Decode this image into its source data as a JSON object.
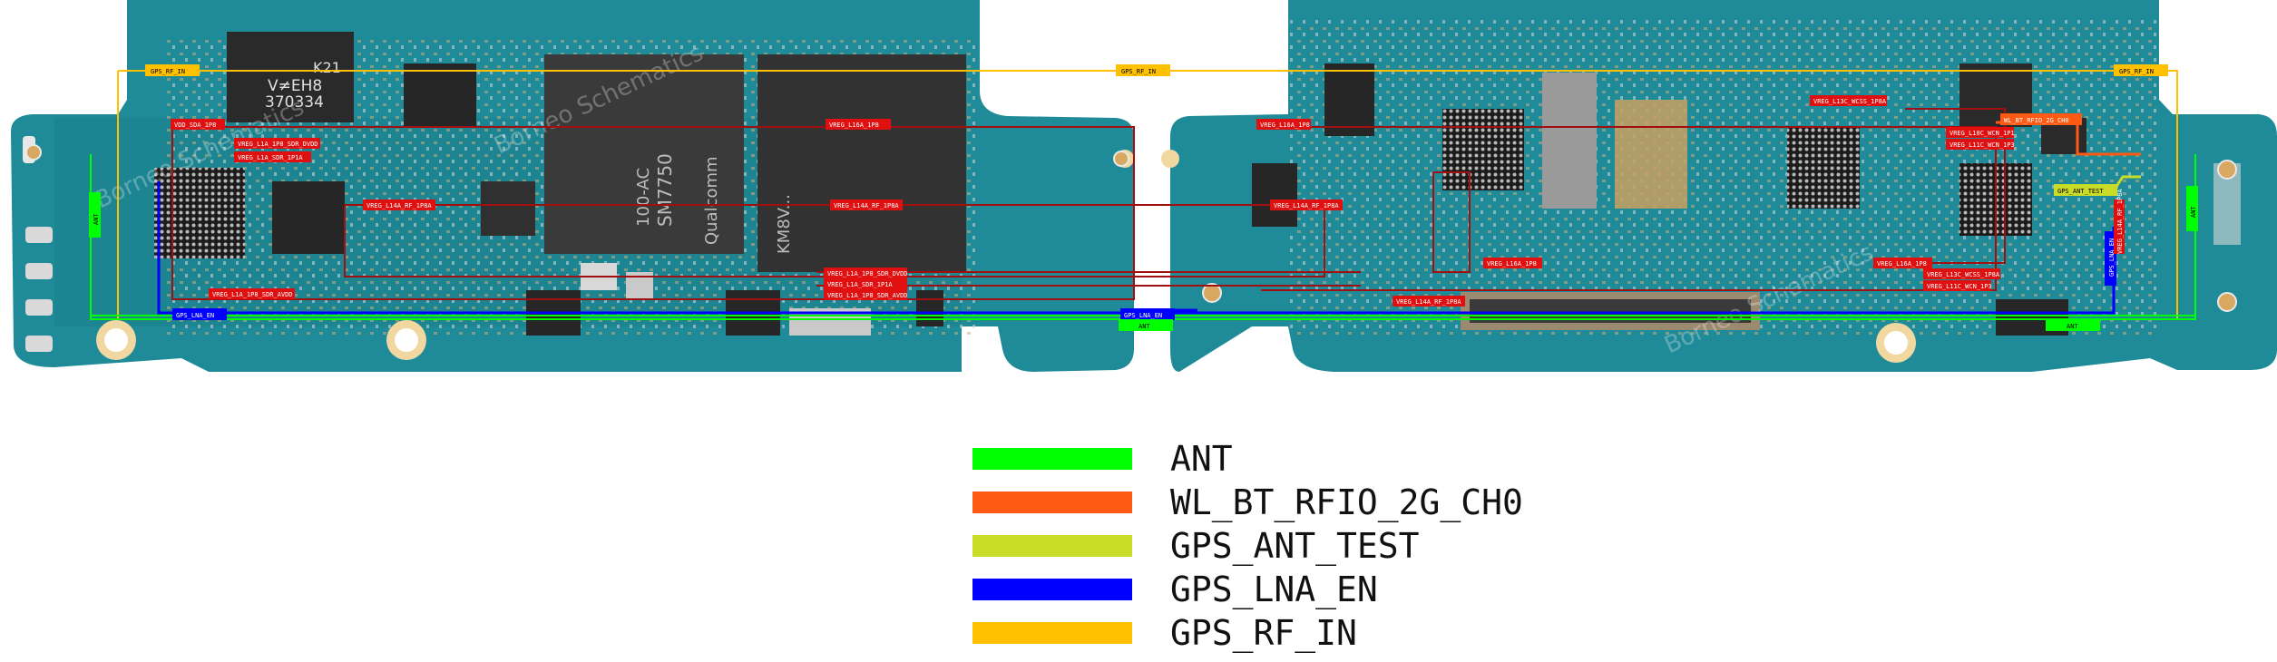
{
  "board_labels": {
    "ic_k21": "K21",
    "ic_veh8": "V≠EH8",
    "ic_code": "370334",
    "soc_model": "SM7750",
    "soc_line2": "100-AC",
    "soc_brand": "Qualcomm",
    "ram_mark": "KM8V...",
    "watermark": "Borneo Schematics"
  },
  "net_tags": [
    {
      "text": "GPS_RF_IN",
      "color": "#ffc000"
    },
    {
      "text": "GPS_RF_IN",
      "color": "#ffc000"
    },
    {
      "text": "GPS_RF_IN",
      "color": "#ffc000"
    },
    {
      "text": "GPS_LNA_EN",
      "color": "#0000ff"
    },
    {
      "text": "GPS_LNA_EN",
      "color": "#0000ff"
    },
    {
      "text": "ANT",
      "color": "#00ff00"
    },
    {
      "text": "ANT",
      "color": "#00ff00"
    },
    {
      "text": "ANT",
      "color": "#00ff00"
    },
    {
      "text": "ANT",
      "color": "#00ff00"
    },
    {
      "text": "GPS_ANT_TEST",
      "color": "#c8dc28"
    },
    {
      "text": "WL_BT_RFIO_2G_CH0",
      "color": "#ff5a14"
    },
    {
      "text": "GPS_LNA_EN",
      "color": "#0000ff"
    },
    {
      "text": "VDD_SDA_1P8",
      "color": "#e01010"
    },
    {
      "text": "VREG_L1A_1P8_SDR_DVDD",
      "color": "#e01010"
    },
    {
      "text": "VREG_L1A_SDR_1P1A",
      "color": "#e01010"
    },
    {
      "text": "VREG_L14A_RF_1P8A",
      "color": "#e01010"
    },
    {
      "text": "VREG_L14A_RF_1P8A",
      "color": "#e01010"
    },
    {
      "text": "VREG_L1A_1P8_SDR_AVDD",
      "color": "#e01010"
    },
    {
      "text": "VREG_L16A_1P8",
      "color": "#e01010"
    },
    {
      "text": "VREG_L1A_1P8_SDR_DVDD",
      "color": "#e01010"
    },
    {
      "text": "VREG_L1A_SDR_1P1A",
      "color": "#e01010"
    },
    {
      "text": "VREG_L1A_1P8_SDR_AVDD",
      "color": "#e01010"
    },
    {
      "text": "VREG_L16A_1P8",
      "color": "#e01010"
    },
    {
      "text": "VREG_L14A_RF_1P8A",
      "color": "#e01010"
    },
    {
      "text": "VREG_L14A_RF_1P8A",
      "color": "#e01010"
    },
    {
      "text": "VREG_L16A_1P8",
      "color": "#e01010"
    },
    {
      "text": "VREG_L13C_WCSS_1P8A",
      "color": "#e01010"
    },
    {
      "text": "VREG_L10C_WCN_1P1",
      "color": "#e01010"
    },
    {
      "text": "VREG_L11C_WCN_1P3",
      "color": "#e01010"
    },
    {
      "text": "VREG_L16A_1P8",
      "color": "#e01010"
    },
    {
      "text": "VREG_L13C_WCSS_1P8A",
      "color": "#e01010"
    },
    {
      "text": "VREG_L11C_WCN_1P3",
      "color": "#e01010"
    },
    {
      "text": "VREG_L14A_RF_1P8A",
      "color": "#e01010"
    }
  ],
  "legend": [
    {
      "label": "ANT",
      "color": "#00ff00"
    },
    {
      "label": "WL_BT_RFIO_2G_CH0",
      "color": "#ff5a14"
    },
    {
      "label": "GPS_ANT_TEST",
      "color": "#c8dc28"
    },
    {
      "label": "GPS_LNA_EN",
      "color": "#0000ff"
    },
    {
      "label": "GPS_RF_IN",
      "color": "#ffc000"
    }
  ],
  "colors": {
    "pcb": "#1f8a98",
    "pcb_dark": "#156a76",
    "chip": "#2a2a2a",
    "soc": "#3a3a3a",
    "power_net": "#e01010"
  }
}
